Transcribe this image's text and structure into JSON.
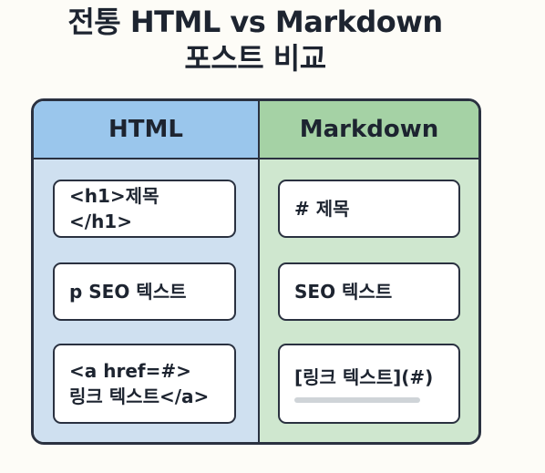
{
  "title": {
    "line1": "전통 HTML vs Markdown",
    "line2": "포스트 비교"
  },
  "columns": {
    "html": {
      "header": "HTML",
      "cards": [
        {
          "text": "<h1>제목</h1>"
        },
        {
          "text": "p SEO 텍스트"
        },
        {
          "line1": "<a href=#>",
          "line2": "링크 텍스트</a>"
        }
      ]
    },
    "markdown": {
      "header": "Markdown",
      "cards": [
        {
          "text": "# 제목"
        },
        {
          "text": "SEO 텍스트"
        },
        {
          "text": "[링크 텍스트](#)"
        }
      ]
    }
  },
  "colors": {
    "html_header": "#9ac6ec",
    "html_body": "#cfe0f0",
    "markdown_header": "#a5d2a5",
    "markdown_body": "#cfe7cf",
    "border": "#2a3140"
  }
}
